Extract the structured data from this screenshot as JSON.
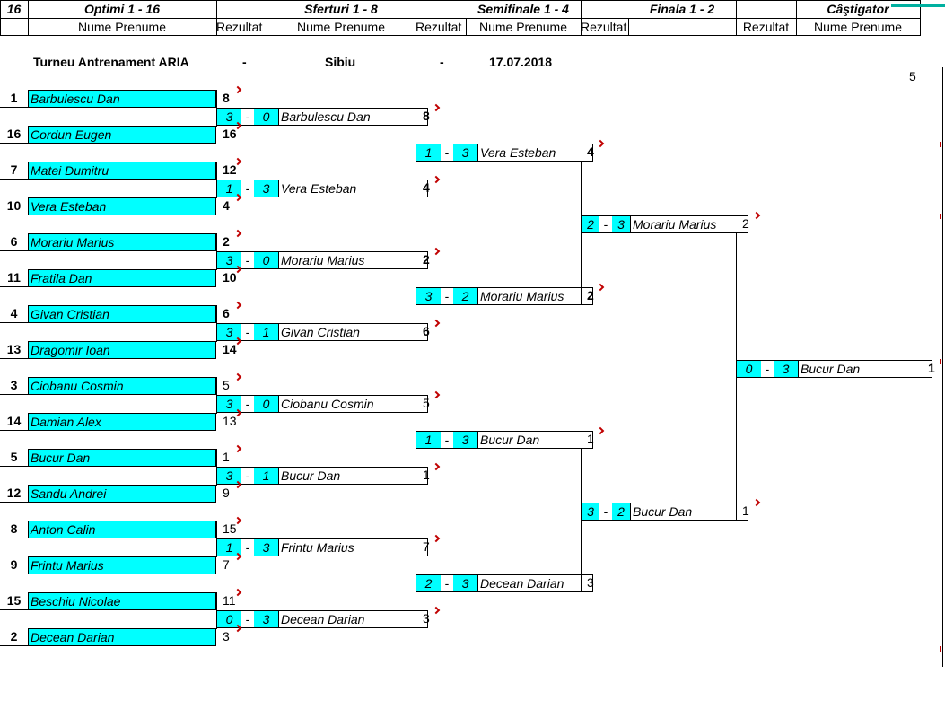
{
  "header": {
    "count": "16",
    "rounds": [
      "Optimi 1 - 16",
      "Sferturi 1 - 8",
      "Semifinale 1 - 4",
      "Finala 1 - 2",
      "Câştigator"
    ],
    "sub": [
      "Nume Prenume",
      "Rezultat",
      "Nume Prenume",
      "Rezultat",
      "Nume Prenume",
      "Rezultat",
      "Rezultat",
      "Nume Prenume"
    ]
  },
  "info": {
    "tournament": "Turneu Antrenament ARIA",
    "sep1": "-",
    "city": "Sibiu",
    "sep2": "-",
    "date": "17.07.2018",
    "corner_value": "5"
  },
  "entrants": [
    {
      "seed": "1",
      "name": "Barbulescu Dan",
      "result": "8",
      "bold": true
    },
    {
      "seed": "16",
      "name": "Cordun Eugen",
      "result": "16",
      "bold": true
    },
    {
      "seed": "7",
      "name": "Matei Dumitru",
      "result": "12",
      "bold": true
    },
    {
      "seed": "10",
      "name": "Vera Esteban",
      "result": "4",
      "bold": true
    },
    {
      "seed": "6",
      "name": "Morariu Marius",
      "result": "2",
      "bold": true
    },
    {
      "seed": "11",
      "name": "Fratila Dan",
      "result": "10",
      "bold": true
    },
    {
      "seed": "4",
      "name": "Givan Cristian",
      "result": "6",
      "bold": true
    },
    {
      "seed": "13",
      "name": "Dragomir Ioan",
      "result": "14",
      "bold": true
    },
    {
      "seed": "3",
      "name": "Ciobanu Cosmin",
      "result": "5",
      "bold": false
    },
    {
      "seed": "14",
      "name": "Damian Alex",
      "result": "13",
      "bold": false
    },
    {
      "seed": "5",
      "name": "Bucur Dan",
      "result": "1",
      "bold": false
    },
    {
      "seed": "12",
      "name": "Sandu Andrei",
      "result": "9",
      "bold": false
    },
    {
      "seed": "8",
      "name": "Anton Calin",
      "result": "15",
      "bold": false
    },
    {
      "seed": "9",
      "name": "Frintu Marius",
      "result": "7",
      "bold": false
    },
    {
      "seed": "15",
      "name": "Beschiu Nicolae",
      "result": "11",
      "bold": false
    },
    {
      "seed": "2",
      "name": "Decean Darian",
      "result": "3",
      "bold": false
    }
  ],
  "quarterfinals": [
    {
      "s1": "3",
      "s2": "0",
      "name": "Barbulescu Dan",
      "result": "8",
      "bold": true
    },
    {
      "s1": "1",
      "s2": "3",
      "name": "Vera Esteban",
      "result": "4",
      "bold": true
    },
    {
      "s1": "3",
      "s2": "0",
      "name": "Morariu Marius",
      "result": "2",
      "bold": true
    },
    {
      "s1": "3",
      "s2": "1",
      "name": "Givan Cristian",
      "result": "6",
      "bold": true
    },
    {
      "s1": "3",
      "s2": "0",
      "name": "Ciobanu Cosmin",
      "result": "5",
      "bold": false
    },
    {
      "s1": "3",
      "s2": "1",
      "name": "Bucur Dan",
      "result": "1",
      "bold": false
    },
    {
      "s1": "1",
      "s2": "3",
      "name": "Frintu Marius",
      "result": "7",
      "bold": false
    },
    {
      "s1": "0",
      "s2": "3",
      "name": "Decean Darian",
      "result": "3",
      "bold": false
    }
  ],
  "semifinals": [
    {
      "s1": "1",
      "s2": "3",
      "name": "Vera Esteban",
      "result": "4",
      "bold": true
    },
    {
      "s1": "3",
      "s2": "2",
      "name": "Morariu Marius",
      "result": "2",
      "bold": true
    },
    {
      "s1": "1",
      "s2": "3",
      "name": "Bucur Dan",
      "result": "1",
      "bold": false
    },
    {
      "s1": "2",
      "s2": "3",
      "name": "Decean Darian",
      "result": "3",
      "bold": false
    }
  ],
  "finals": [
    {
      "s1": "2",
      "s2": "3",
      "name": "Morariu Marius",
      "result": "2",
      "bold": false
    },
    {
      "s1": "3",
      "s2": "2",
      "name": "Bucur Dan",
      "result": "1",
      "bold": false
    }
  ],
  "winner": {
    "s1": "0",
    "s2": "3",
    "name": "Bucur Dan",
    "result": "1",
    "bold": true
  },
  "colors": {
    "cyan": "#00ffff",
    "mark": "#c00000",
    "accent": "#00b0a0"
  }
}
